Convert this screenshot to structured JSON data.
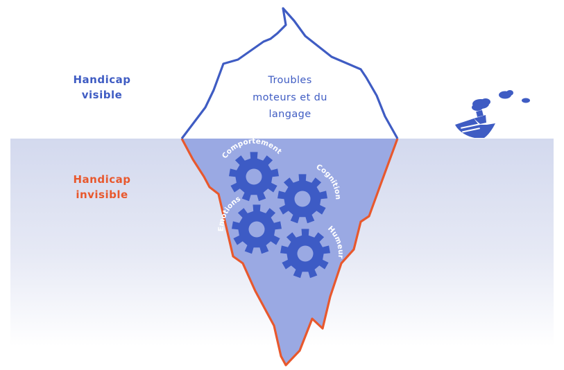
{
  "colors": {
    "blue": "#3f5cc3",
    "red": "#e8582d",
    "water_top": "#d3d9ee",
    "submerged": "#9aa9e3",
    "gear": "#3d5bc5",
    "background": "#ffffff"
  },
  "labels": {
    "visible": [
      "Handicap",
      "visible"
    ],
    "invisible": [
      "Handicap",
      "invisible"
    ]
  },
  "tip": {
    "lines": [
      "Troubles",
      "moteurs et du",
      "langage"
    ]
  },
  "gears": [
    {
      "name": "comportement",
      "label": "Comportement"
    },
    {
      "name": "cognition",
      "label": "Cognition"
    },
    {
      "name": "emotions",
      "label": "Emotions"
    },
    {
      "name": "humeur",
      "label": "Humeur"
    }
  ],
  "icons": [
    "ship-icon",
    "cloud-icon",
    "gear-icon"
  ]
}
